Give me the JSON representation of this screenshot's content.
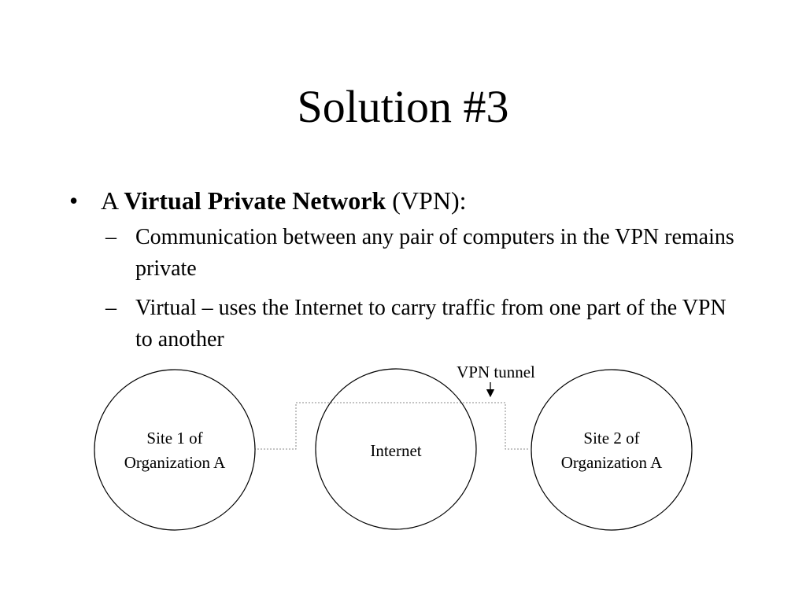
{
  "slide": {
    "title": "Solution #3"
  },
  "bullets": {
    "main": {
      "prefix": "A",
      "bold": "Virtual Private Network",
      "suffix": "(VPN):"
    },
    "sub": [
      {
        "text": "Communication between any pair of computers in the VPN remains private"
      },
      {
        "text": "Virtual – uses the Internet to carry traffic from one part of the VPN to another"
      }
    ]
  },
  "diagram": {
    "nodes": [
      {
        "id": "site1",
        "line1": "Site 1 of",
        "line2": "Organization A"
      },
      {
        "id": "internet",
        "line1": "Internet",
        "line2": ""
      },
      {
        "id": "site2",
        "line1": "Site 2 of",
        "line2": "Organization A"
      }
    ],
    "tunnel_label": "VPN tunnel"
  }
}
